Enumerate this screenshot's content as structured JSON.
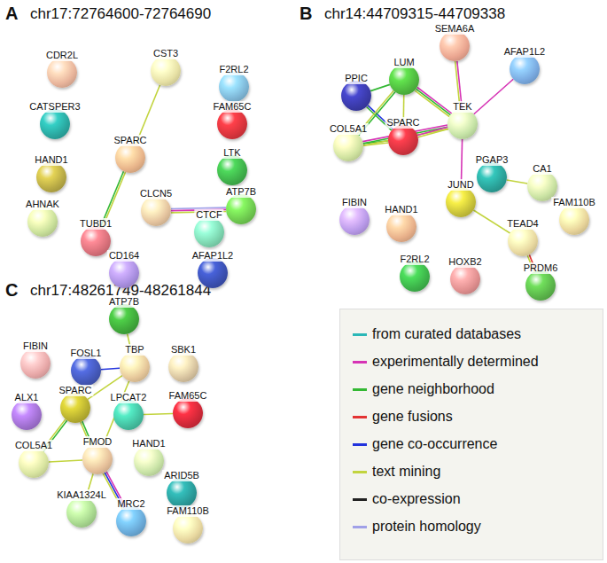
{
  "diagram": {
    "nodes": [
      {
        "text": [
          "CDR2L"
        ]
      },
      {
        "text": [
          "CST3"
        ]
      },
      {
        "text": [
          "F2RL2"
        ]
      },
      {
        "text": [
          "CATSPER3"
        ]
      },
      {
        "text": [
          "FAM65C"
        ]
      },
      {
        "text": [
          "HAND1"
        ]
      },
      {
        "text": [
          "SPARC"
        ]
      },
      {
        "text": [
          "LTK"
        ]
      },
      {
        "text": [
          "ATP7B"
        ]
      },
      {
        "text": [
          "CLCN5"
        ]
      },
      {
        "text": [
          "AHNAK"
        ]
      },
      {
        "text": [
          "TUBD1"
        ]
      },
      {
        "text": [
          "CTCF"
        ]
      },
      {
        "text": [
          "CD164"
        ]
      },
      {
        "text": [
          "AFAP1L2"
        ]
      },
      {
        "text": [
          "SEMA6A"
        ]
      },
      {
        "text": [
          "LUM"
        ]
      },
      {
        "text": [
          "PPIC"
        ]
      },
      {
        "text": [
          "AFAP1L2"
        ]
      },
      {
        "text": [
          "COL5A1"
        ]
      },
      {
        "text": [
          "SPARC"
        ]
      },
      {
        "text": [
          "TEK"
        ]
      },
      {
        "text": [
          "PGAP3"
        ]
      },
      {
        "text": [
          "CA1"
        ]
      },
      {
        "text": [
          "FAM110B"
        ]
      },
      {
        "text": [
          "FIBIN"
        ]
      },
      {
        "text": [
          "HAND1"
        ]
      },
      {
        "text": [
          "JUND"
        ]
      },
      {
        "text": [
          "TEAD4"
        ]
      },
      {
        "text": [
          "F2RL2"
        ]
      },
      {
        "text": [
          "HOXB2"
        ]
      },
      {
        "text": [
          "PRDM6"
        ]
      },
      {
        "text": [
          "ATP7B"
        ]
      },
      {
        "text": [
          "FIBIN"
        ]
      },
      {
        "text": [
          "FOSL1"
        ]
      },
      {
        "text": [
          "TBP"
        ]
      },
      {
        "text": [
          "SBK1"
        ]
      },
      {
        "text": [
          "ALX1"
        ]
      },
      {
        "text": [
          "SPARC"
        ]
      },
      {
        "text": [
          "LPCAT2"
        ]
      },
      {
        "text": [
          "FAM65C"
        ]
      },
      {
        "text": [
          "COL5A1"
        ]
      },
      {
        "text": [
          "FMOD"
        ]
      },
      {
        "text": [
          "HAND1"
        ]
      },
      {
        "text": [
          "ARID5B"
        ]
      },
      {
        "text": [
          "KIAA1324L"
        ]
      },
      {
        "text": [
          "MRC2"
        ]
      },
      {
        "text": [
          "FAM110B"
        ]
      }
    ],
    "edges": [
      {
        "from": 1,
        "to": 6,
        "arrow": "none"
      },
      {
        "from": 6,
        "to": 11,
        "arrow": "none"
      },
      {
        "from": 9,
        "to": 8,
        "arrow": "none"
      },
      {
        "from": 15,
        "to": 21,
        "arrow": "none"
      },
      {
        "from": 18,
        "to": 21,
        "arrow": "none"
      },
      {
        "from": 17,
        "to": 16,
        "arrow": "none"
      },
      {
        "from": 17,
        "to": 20,
        "arrow": "none"
      },
      {
        "from": 16,
        "to": 19,
        "arrow": "none"
      },
      {
        "from": 16,
        "to": 20,
        "arrow": "none"
      },
      {
        "from": 16,
        "to": 21,
        "arrow": "none"
      },
      {
        "from": 19,
        "to": 20,
        "arrow": "none"
      },
      {
        "from": 19,
        "to": 21,
        "arrow": "none"
      },
      {
        "from": 20,
        "to": 21,
        "arrow": "none"
      },
      {
        "from": 21,
        "to": 27,
        "arrow": "none"
      },
      {
        "from": 27,
        "to": 28,
        "arrow": "none"
      },
      {
        "from": 28,
        "to": 31,
        "arrow": "none"
      },
      {
        "from": 22,
        "to": 23,
        "arrow": "none"
      },
      {
        "from": 32,
        "to": 35,
        "arrow": "none"
      },
      {
        "from": 34,
        "to": 35,
        "arrow": "none"
      },
      {
        "from": 34,
        "to": 38,
        "arrow": "none"
      },
      {
        "from": 38,
        "to": 35,
        "arrow": "none"
      },
      {
        "from": 38,
        "to": 41,
        "arrow": "none"
      },
      {
        "from": 38,
        "to": 42,
        "arrow": "none"
      },
      {
        "from": 41,
        "to": 42,
        "arrow": "none"
      },
      {
        "from": 35,
        "to": 42,
        "arrow": "none"
      },
      {
        "from": 42,
        "to": 46,
        "arrow": "none"
      },
      {
        "from": 42,
        "to": 45,
        "arrow": "none"
      },
      {
        "from": 39,
        "to": 40,
        "arrow": "none"
      }
    ],
    "labels": [
      "A",
      "chr17:72764600-72764690",
      "B",
      "chr14:44709315-44709338",
      "C",
      "chr17:48261749-48261844"
    ],
    "legend": [
      {
        "text": "from curated databases"
      },
      {
        "text": "experimentally determined"
      },
      {
        "text": "gene neighborhood"
      },
      {
        "text": "gene fusions"
      },
      {
        "text": "gene co-occurrence"
      },
      {
        "text": "text mining"
      },
      {
        "text": "co-expression"
      },
      {
        "text": "protein homology"
      }
    ]
  }
}
